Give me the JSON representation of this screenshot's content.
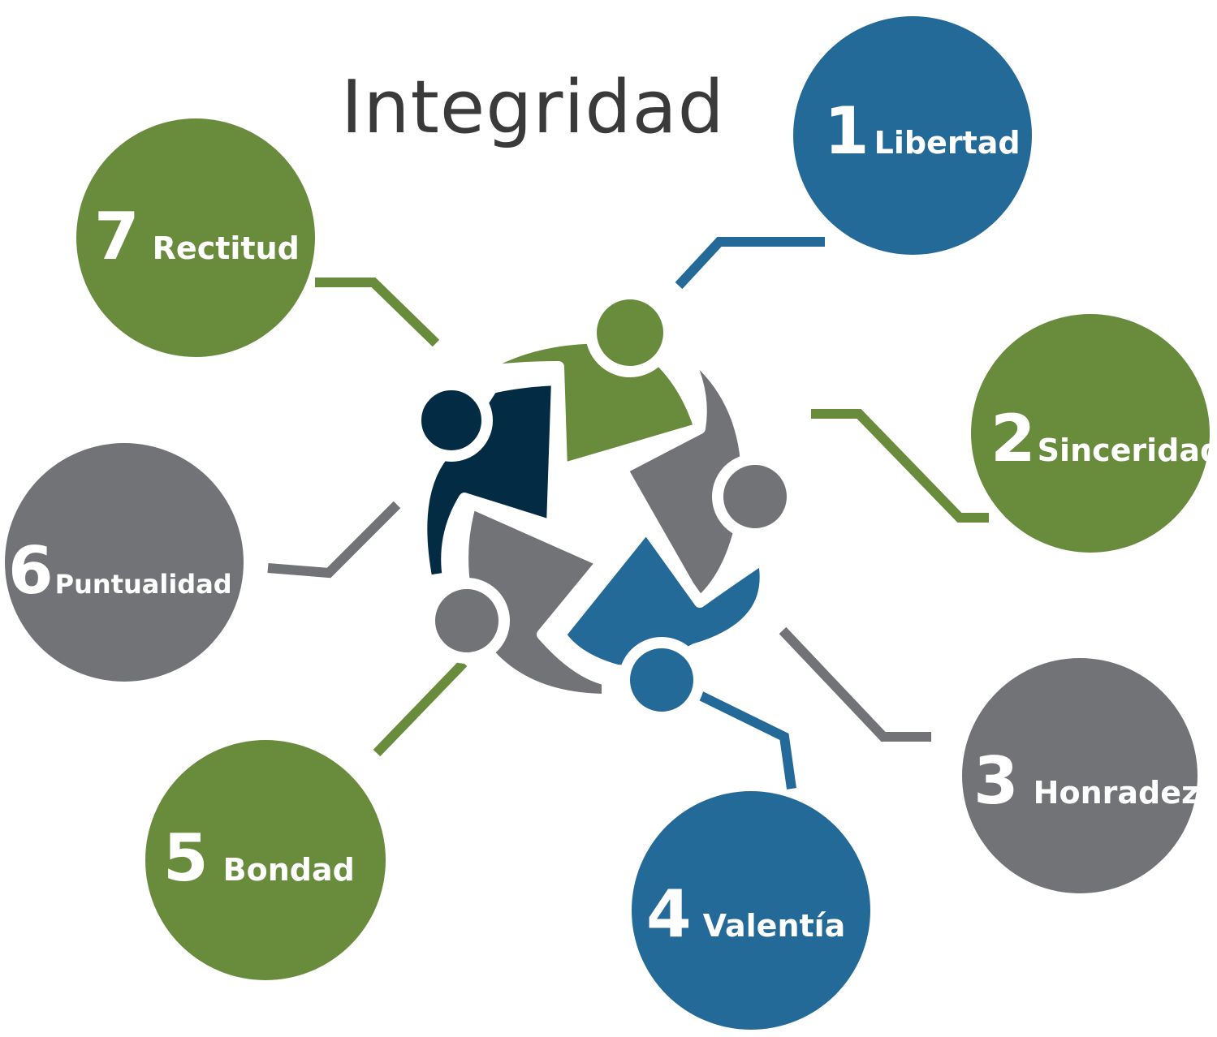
{
  "title": "Integridad",
  "colors": {
    "green": "#688c3c",
    "blue": "#236a98",
    "gray": "#727377",
    "navy": "#032b44",
    "title_text": "#3a3a3a"
  },
  "values": [
    {
      "number": "1",
      "label": "Libertad",
      "color": "blue"
    },
    {
      "number": "2",
      "label": "Sinceridad",
      "color": "green"
    },
    {
      "number": "3",
      "label": "Honradez",
      "color": "gray"
    },
    {
      "number": "4",
      "label": "Valentía",
      "color": "blue"
    },
    {
      "number": "5",
      "label": "Bondad",
      "color": "green"
    },
    {
      "number": "6",
      "label": "Puntualidad",
      "color": "gray"
    },
    {
      "number": "7",
      "label": "Rectitud",
      "color": "green"
    }
  ]
}
